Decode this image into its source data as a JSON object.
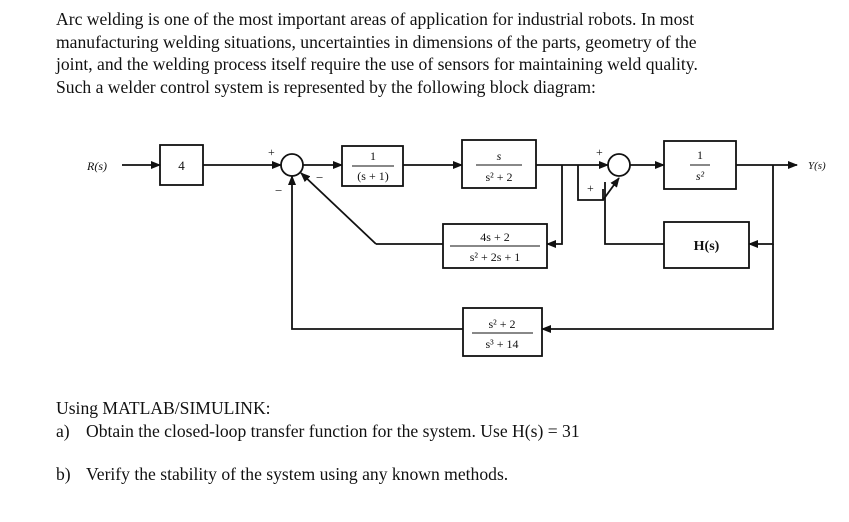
{
  "intro_lines": [
    "Arc welding is one of the most important areas of application for industrial robots. In most",
    "manufacturing welding situations, uncertainties in dimensions of the parts, geometry of the",
    "joint, and the welding process itself require the use of sensors for maintaining weld quality.",
    "Such a welder control system is represented by the following block diagram:"
  ],
  "diagram": {
    "input_label": "R(s)",
    "output_label": "Y(s)",
    "gain_block": "4",
    "g1": {
      "num": "1",
      "den": "(s + 1)"
    },
    "g2": {
      "num": "s",
      "den": "s² + 2"
    },
    "g3": {
      "num": "1",
      "den": "s²"
    },
    "h1": {
      "num": "4s + 2",
      "den": "s² + 2s + 1"
    },
    "h2": {
      "label": "H(s)"
    },
    "h3": {
      "num": "s² + 2",
      "den": "s³ + 14"
    },
    "sum1_signs": {
      "top": "+",
      "left": "−",
      "bottom": "−"
    },
    "sum2_signs": {
      "top": "+",
      "bottom": "+"
    }
  },
  "questions": {
    "heading": "Using MATLAB/SIMULINK:",
    "a": {
      "label": "a)",
      "text": "Obtain the closed-loop transfer function for the system. Use H(s) = 31"
    },
    "b": {
      "label": "b)",
      "text": "Verify the stability of the system using any known methods."
    }
  }
}
